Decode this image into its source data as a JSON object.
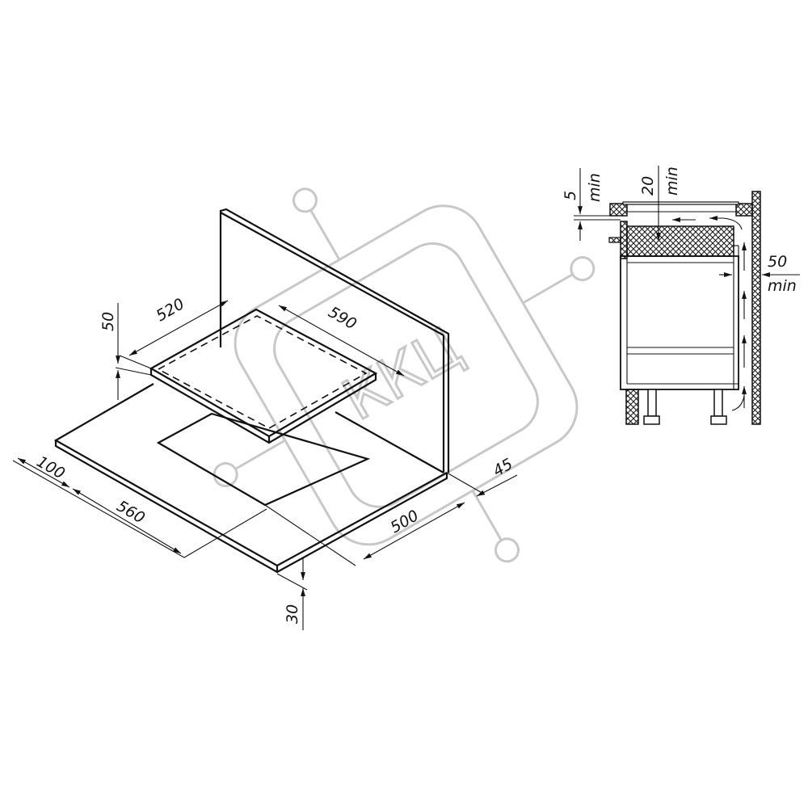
{
  "watermark": "ККЦ",
  "dimensions": {
    "hob_depth": "520",
    "hob_width": "590",
    "hob_height": "50",
    "front_offset": "100",
    "cutout_width": "560",
    "cutout_depth": "500",
    "back_offset": "45",
    "counter_thickness": "30"
  },
  "detail": {
    "gap_top": "5",
    "gap_top_unit": "min",
    "gap_below": "20",
    "gap_below_unit": "min",
    "gap_back": "50",
    "gap_back_unit": "min"
  }
}
